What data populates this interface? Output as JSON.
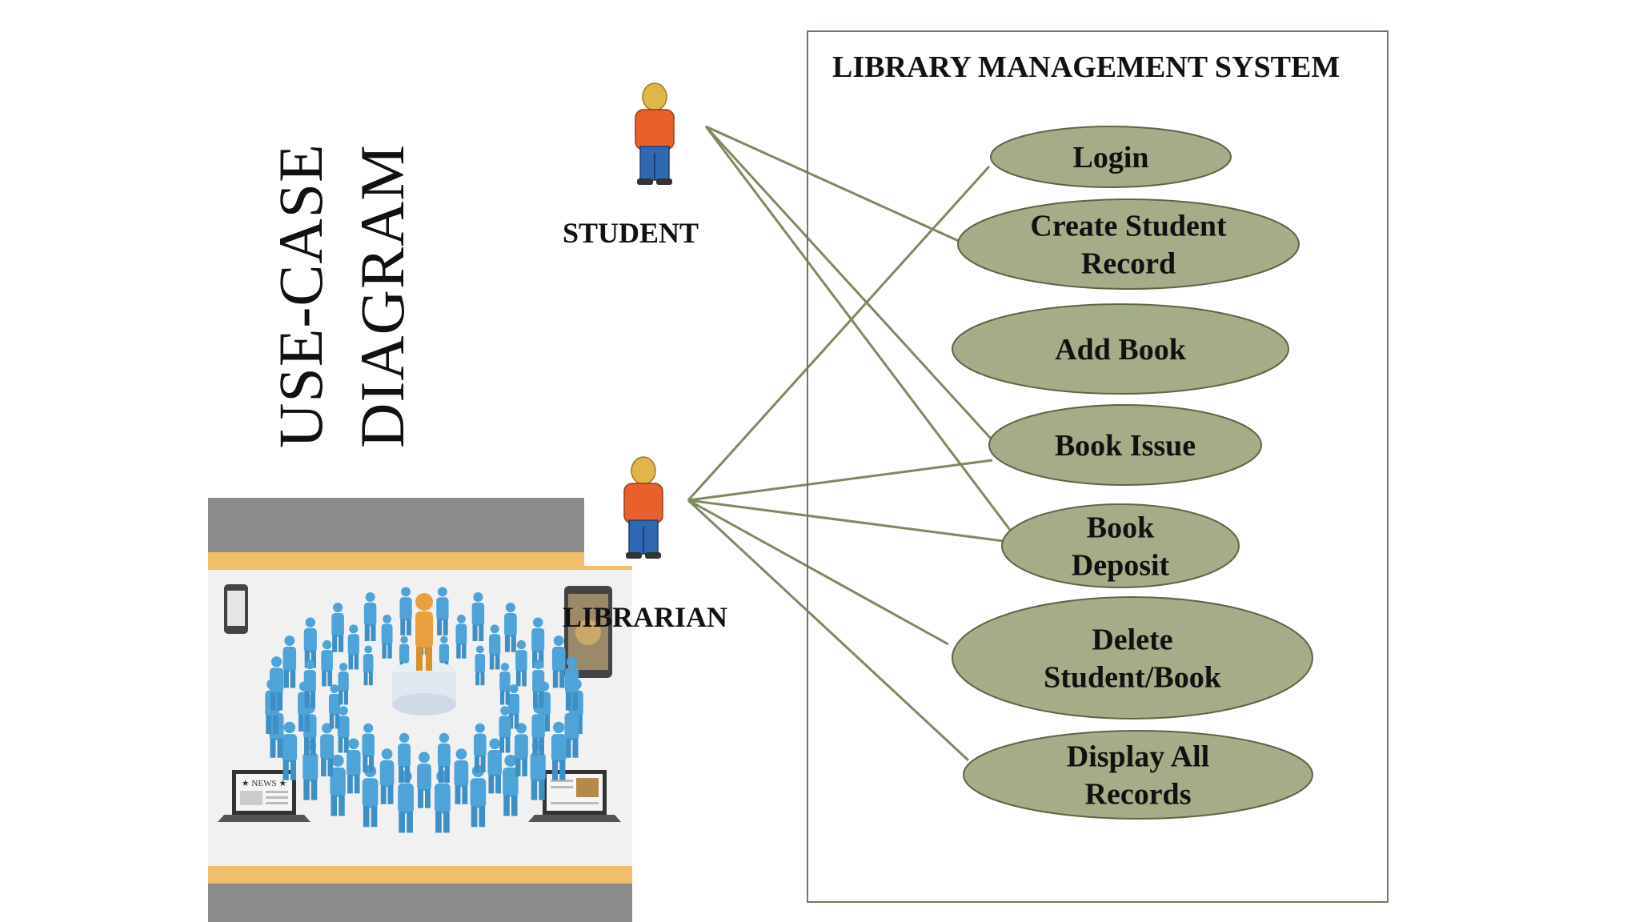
{
  "diagram": {
    "title_lines": [
      "USE-CASE",
      "DIAGRAM"
    ],
    "system_title": "LIBRARY MANAGEMENT SYSTEM",
    "actors": [
      {
        "id": "student",
        "label": "STUDENT"
      },
      {
        "id": "librarian",
        "label": "LIBRARIAN"
      }
    ],
    "use_cases": [
      {
        "id": "login",
        "lines": [
          "Login"
        ]
      },
      {
        "id": "create-student-record",
        "lines": [
          "Create Student",
          "Record"
        ]
      },
      {
        "id": "add-book",
        "lines": [
          "Add Book"
        ]
      },
      {
        "id": "book-issue",
        "lines": [
          "Book Issue"
        ]
      },
      {
        "id": "book-deposit",
        "lines": [
          "Book",
          "Deposit"
        ]
      },
      {
        "id": "delete-student-book",
        "lines": [
          "Delete",
          "Student/Book"
        ]
      },
      {
        "id": "display-all-records",
        "lines": [
          "Display All",
          "Records"
        ]
      }
    ],
    "associations": [
      {
        "actor": "student",
        "use_case": "create-student-record"
      },
      {
        "actor": "student",
        "use_case": "book-issue"
      },
      {
        "actor": "student",
        "use_case": "book-deposit"
      },
      {
        "actor": "librarian",
        "use_case": "login"
      },
      {
        "actor": "librarian",
        "use_case": "book-issue"
      },
      {
        "actor": "librarian",
        "use_case": "book-deposit"
      },
      {
        "actor": "librarian",
        "use_case": "delete-student-book"
      },
      {
        "actor": "librarian",
        "use_case": "display-all-records"
      }
    ],
    "image": {
      "news_label": "★ NEWS ★"
    },
    "colors": {
      "ellipse_fill": "#a4ad88",
      "ellipse_stroke": "#5b6645",
      "line": "#7d8a62",
      "actor_shirt": "#e8612c",
      "actor_pants": "#2f67b3",
      "actor_head": "#e0b64a",
      "people": "#4ea3d8",
      "leader": "#e9a23b",
      "frame_band": "#efbf6a"
    }
  }
}
